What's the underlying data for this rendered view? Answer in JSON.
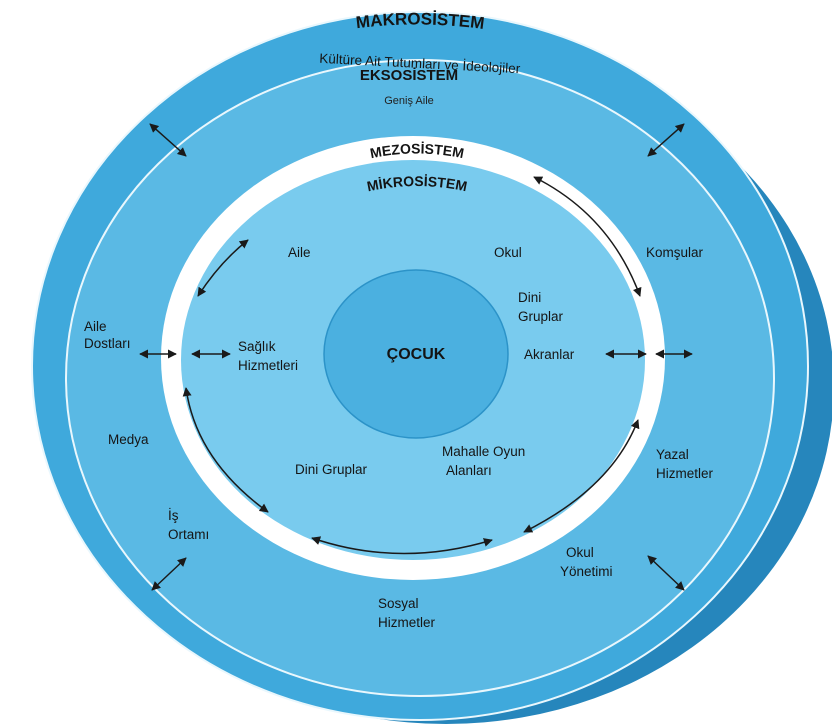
{
  "colors": {
    "outer_ring": "#3fa9dc",
    "outer_shadow": "#2686bc",
    "ekso_ring": "#5ab9e4",
    "mezo_band": "#ffffff",
    "mikro_ring": "#79cbee",
    "center": "#4bb0e0",
    "stroke": "#e9f7fd",
    "text": "#151515"
  },
  "layers": {
    "makro": {
      "title": "MAKROSİSTEM",
      "subtitle": "Kültüre Ait Tutumları ve İdeolojiler"
    },
    "ekso": {
      "title": "EKSOSİSTEM",
      "subtitle": "Geniş Aile"
    },
    "mezo": {
      "title": "MEZOSİSTEM"
    },
    "mikro": {
      "title": "MİKROSİSTEM"
    },
    "center": {
      "title": "ÇOCUK"
    }
  },
  "ekso_items": {
    "komsular": "Komşular",
    "aile_dostlari_1": "Aile",
    "aile_dostlari_2": "Dostları",
    "medya": "Medya",
    "is_ortami_1": "İş",
    "is_ortami_2": "Ortamı",
    "sosyal_1": "Sosyal",
    "sosyal_2": "Hizmetler",
    "okul_yon_1": "Okul",
    "okul_yon_2": "Yönetimi",
    "yazal_1": "Yazal",
    "yazal_2": "Hizmetler"
  },
  "mikro_items": {
    "aile": "Aile",
    "okul": "Okul",
    "dini_gruplar_top_1": "Dini",
    "dini_gruplar_top_2": "Gruplar",
    "saglik_1": "Sağlık",
    "saglik_2": "Hizmetleri",
    "akranlar": "Akranlar",
    "dini_gruplar_bottom": "Dini Gruplar",
    "mahalle_1": "Mahalle Oyun",
    "mahalle_2": "Alanları"
  }
}
